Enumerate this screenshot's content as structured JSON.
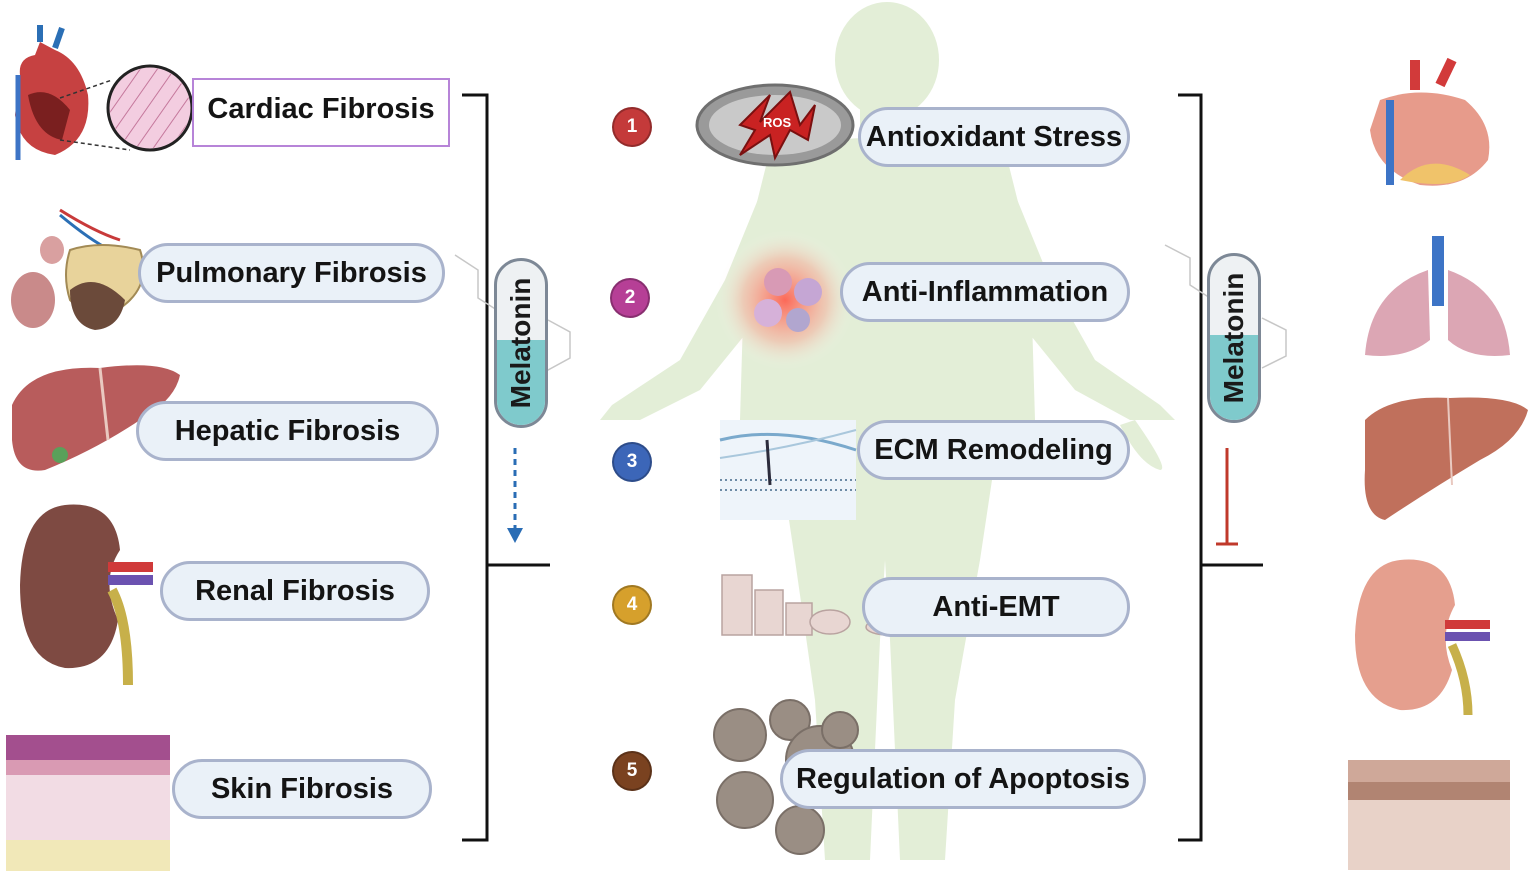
{
  "left_conditions": [
    "Cardiac  Fibrosis",
    "Pulmonary Fibrosis",
    "Hepatic Fibrosis",
    "Renal Fibrosis",
    "Skin Fibrosis"
  ],
  "mechanisms": [
    {
      "num": "1",
      "label": "Antioxidant Stress",
      "color": "#c43a3a"
    },
    {
      "num": "2",
      "label": "Anti-Inflammation",
      "color": "#b63f96"
    },
    {
      "num": "3",
      "label": "ECM Remodeling",
      "color": "#3c66b8"
    },
    {
      "num": "4",
      "label": "Anti-EMT",
      "color": "#d6a02c"
    },
    {
      "num": "5",
      "label": "Regulation of Apoptosis",
      "color": "#7a4220"
    }
  ],
  "capsule_label": "Melatonin",
  "ros_label": "ROS",
  "colors": {
    "pill_border": "#a9b3cc",
    "pill_fill": "#eaf1f8",
    "body_silhouette": "#e3eed7",
    "arrow_blue": "#2a6db5",
    "inhibit_red": "#c0392b"
  },
  "icons": [
    "heart-icon",
    "heart-tissue-icon",
    "lung-alveoli-icon",
    "liver-icon",
    "kidney-icon",
    "skin-icon",
    "mitochondrion-icon",
    "immune-cells-icon",
    "ecm-fibers-icon",
    "epithelial-cells-icon",
    "apoptotic-cells-icon",
    "body-silhouette",
    "lungs-icon",
    "healthy-liver-icon",
    "healthy-kidney-icon",
    "healthy-skin-icon"
  ]
}
